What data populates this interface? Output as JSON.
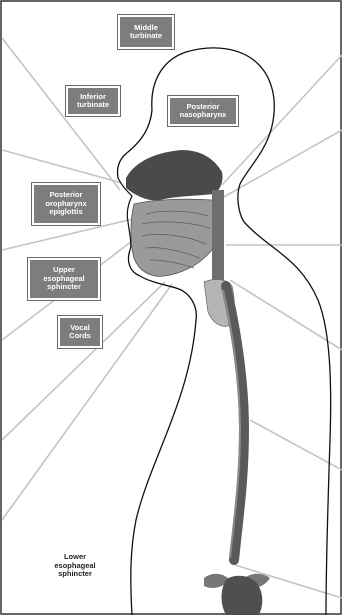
{
  "colors": {
    "label_fill": "#7d7d7d",
    "body_outline": "#111111",
    "leader_line": "#c4c4c4",
    "tissue_dark": "#4a4a4a",
    "esophagus": "#5a5a5a"
  },
  "labels": {
    "middle_turbinate": "Middle\nturbinate",
    "inferior_turbinate": "Inferior\nturbinate",
    "posterior_nasopharynx": "Posterior\nnasopharynx",
    "posterior_oropharynx_epiglottis": "Posterior\noropharynx\nepiglottis",
    "upper_esophageal_sphincter": "Upper\nesophageal\nsphincter",
    "vocal_cords": "Vocal\nCords",
    "lower_esophageal_sphincter": "Lower\nesophageal\nsphincter"
  }
}
